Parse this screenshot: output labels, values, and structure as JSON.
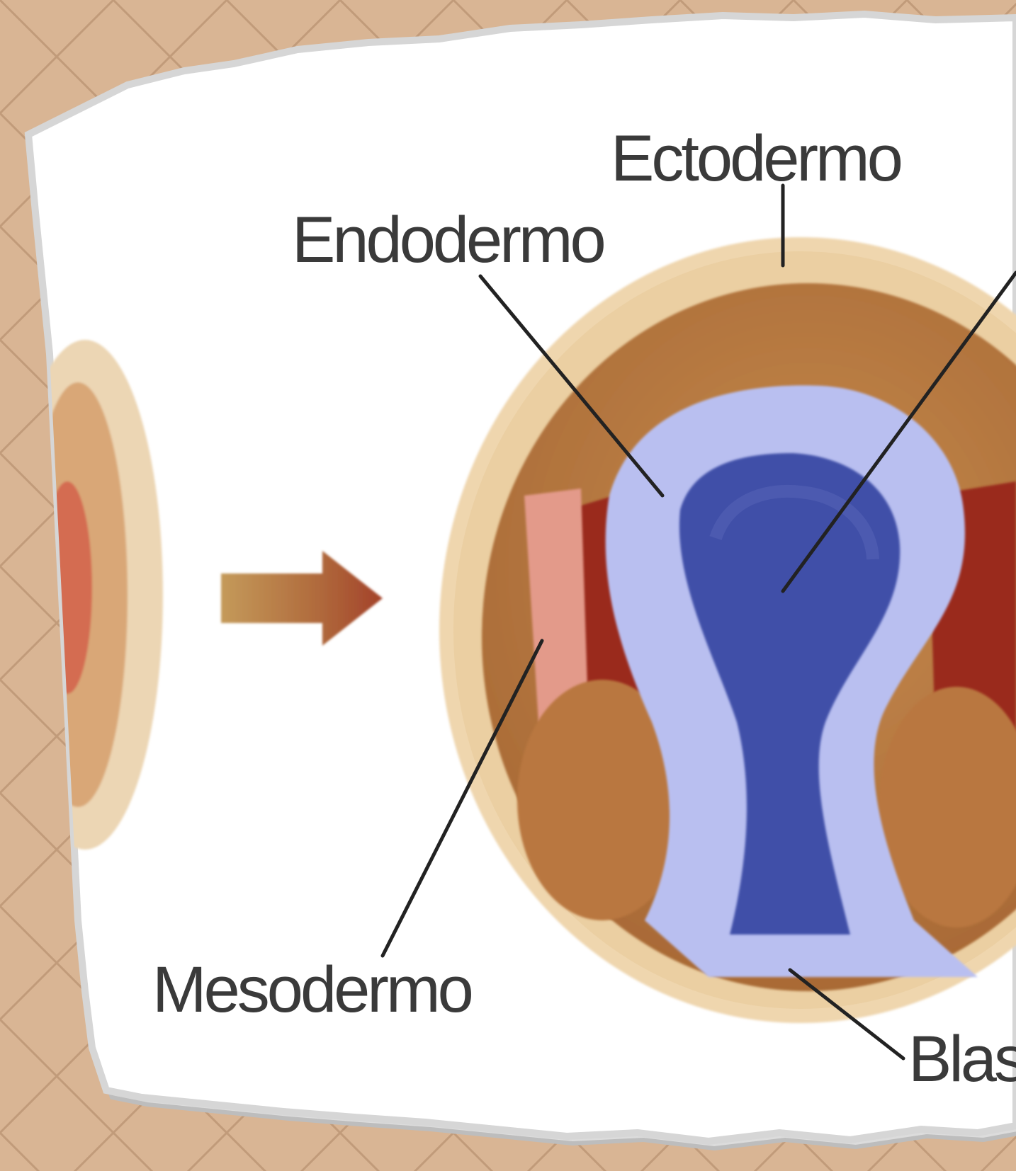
{
  "labels": {
    "ectoderm": "Ectodermo",
    "endoderm": "Endodermo",
    "mesoderm": "Mesodermo",
    "blastopore": "Blas"
  },
  "colors": {
    "background": "#d9b594",
    "paper": "#ffffff",
    "ectoderm": "#e8cba0",
    "mesoderm_brown": "#b87a45",
    "mesoderm_red": "#9a2c1e",
    "endoderm": "#b9bff0",
    "archenteron": "#3f4fa8",
    "label_text": "#3a3a3a"
  }
}
